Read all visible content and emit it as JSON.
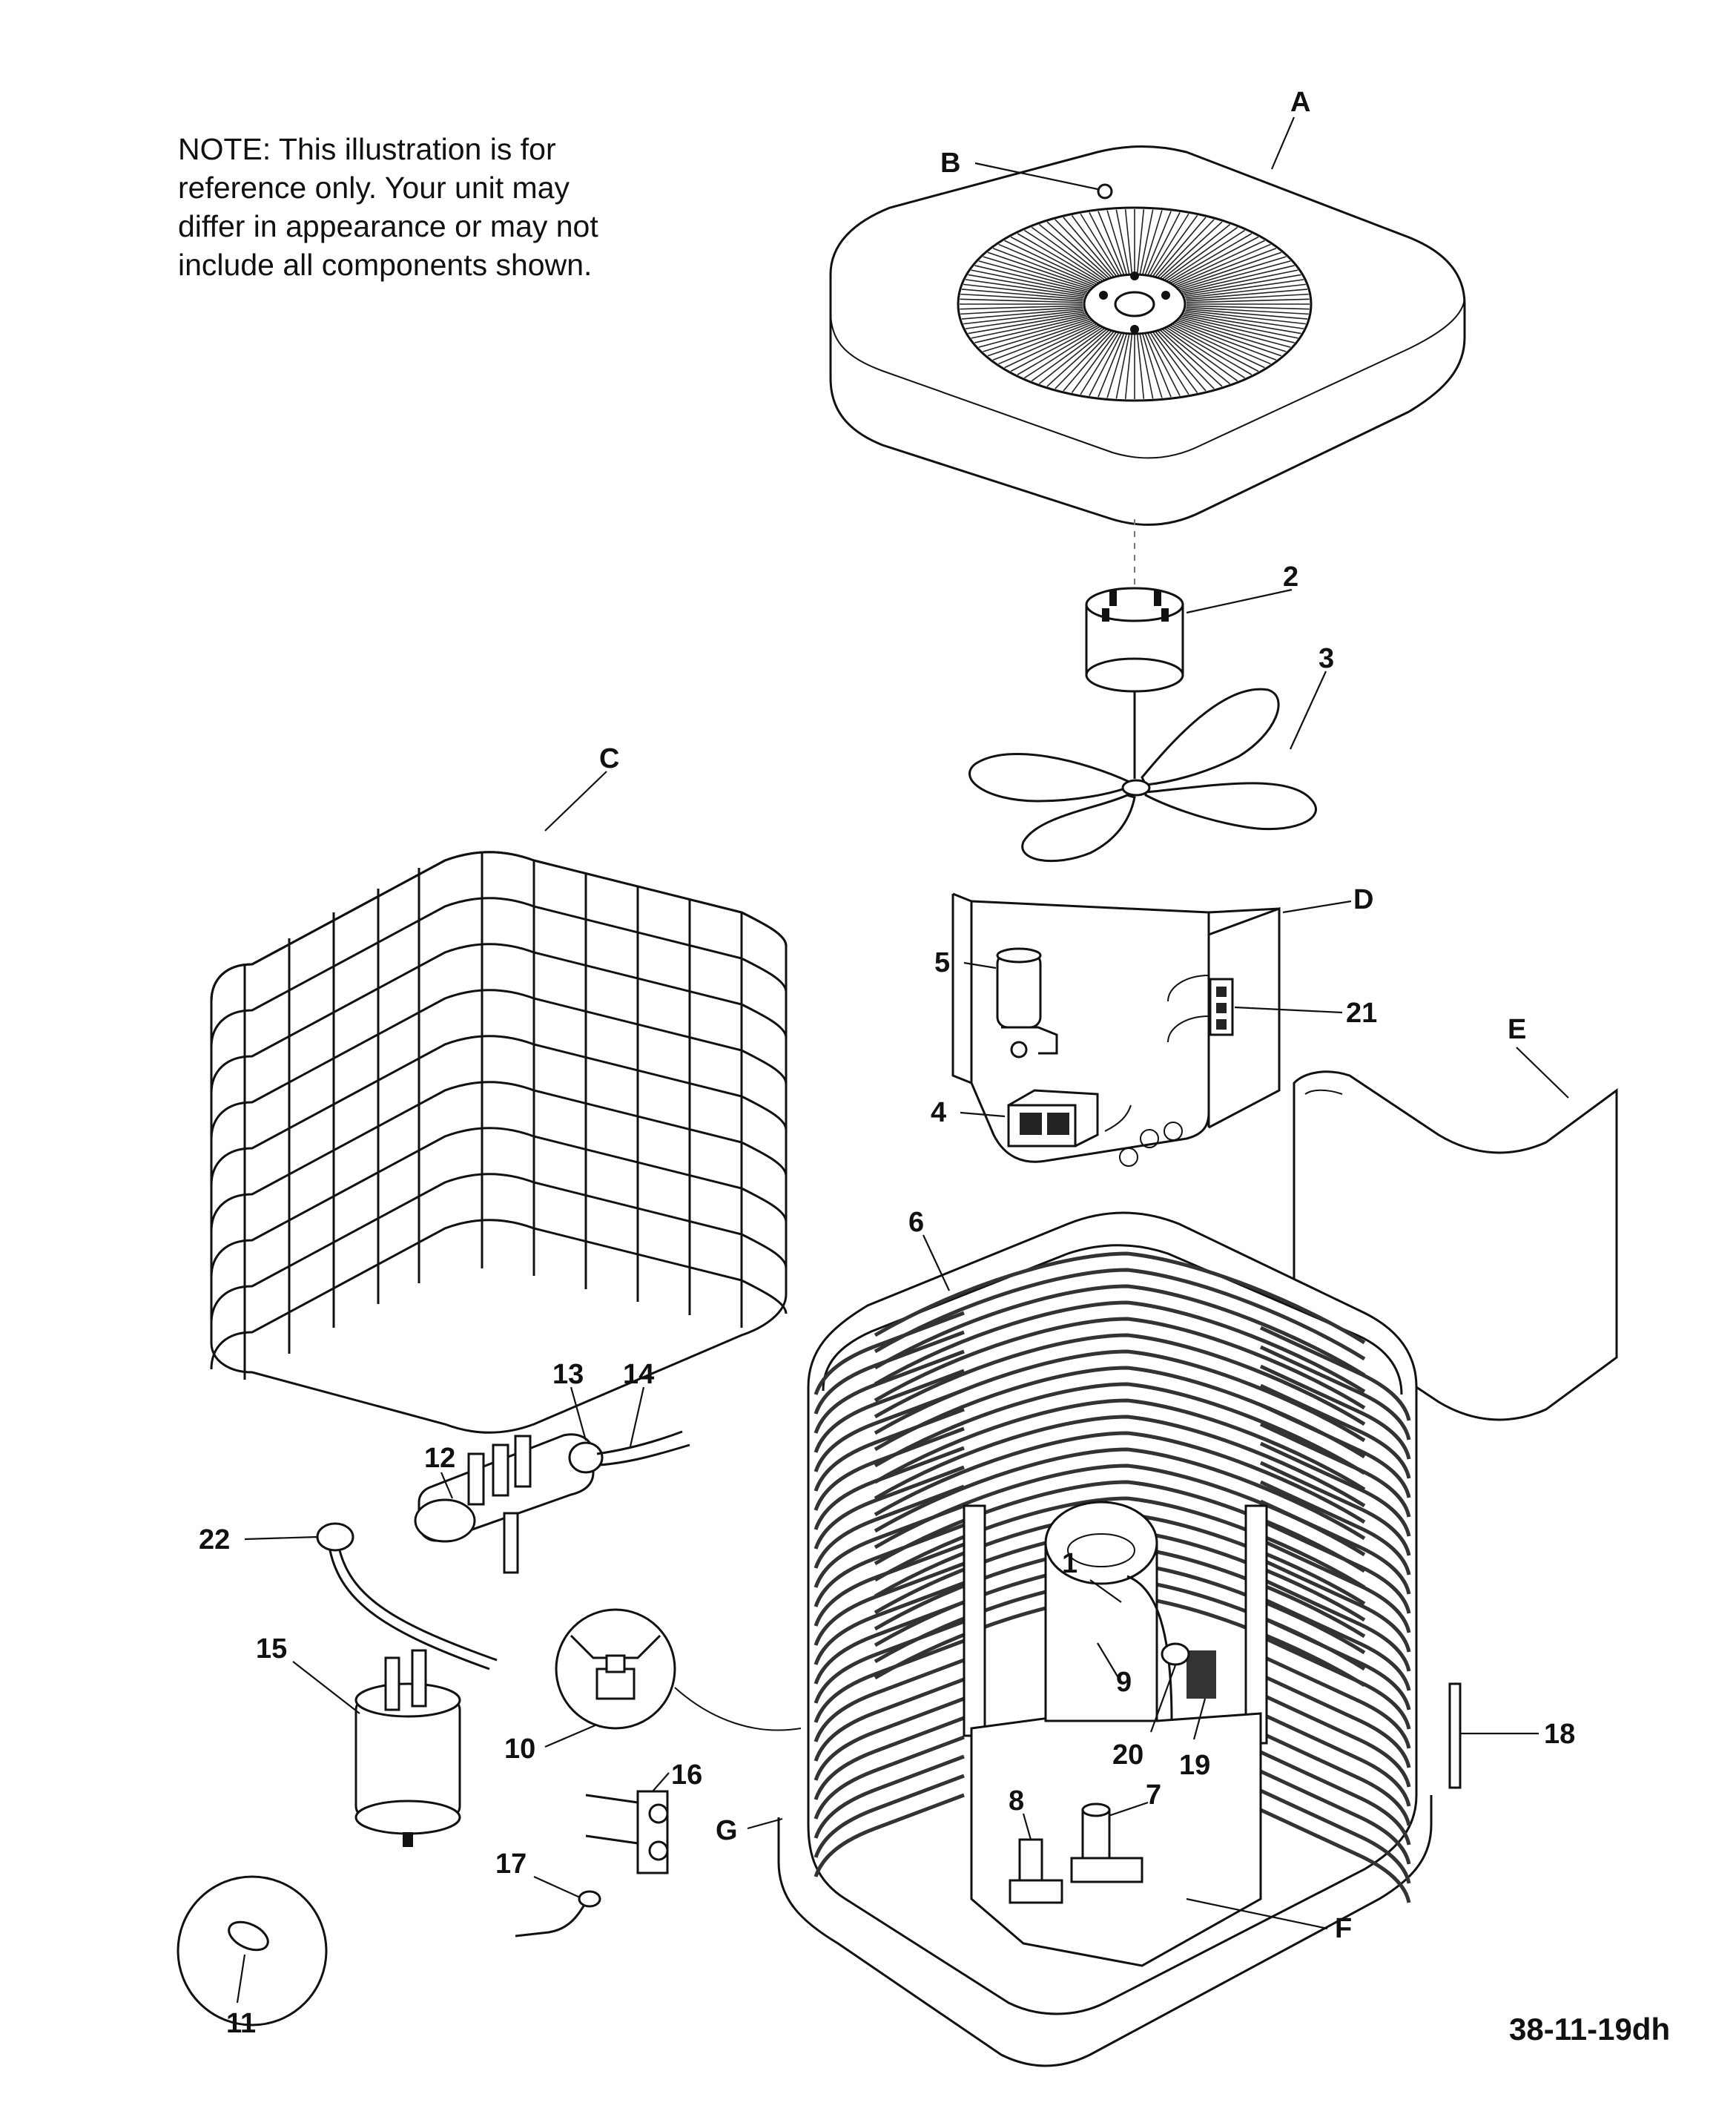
{
  "note": {
    "lines": [
      "NOTE:    This illustration is for",
      "reference only.   Your unit may",
      "differ in appearance or may not",
      "include all components shown."
    ]
  },
  "figure_id": "38-11-19dh",
  "callouts": {
    "A": "A",
    "B": "B",
    "C": "C",
    "D": "D",
    "E": "E",
    "F": "F",
    "G": "G",
    "n1": "1",
    "n2": "2",
    "n3": "3",
    "n4": "4",
    "n5": "5",
    "n6": "6",
    "n7": "7",
    "n8": "8",
    "n9": "9",
    "n10": "10",
    "n11": "11",
    "n12": "12",
    "n13": "13",
    "n14": "14",
    "n15": "15",
    "n16": "16",
    "n17": "17",
    "n18": "18",
    "n19": "19",
    "n20": "20",
    "n21": "21",
    "n22": "22"
  }
}
